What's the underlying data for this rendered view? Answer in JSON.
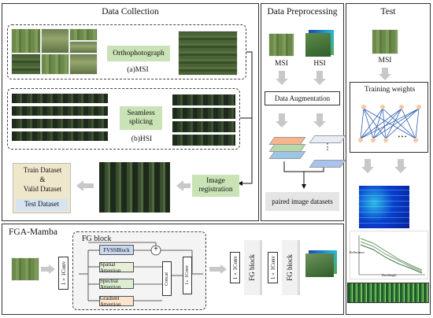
{
  "data_collection": {
    "title": "Data Collection",
    "msi_method": "Orthophotograph",
    "msi_caption": "(a)MSI",
    "hsi_method": "Seamless splicing",
    "hsi_caption": "(b)HSI",
    "registration": "Image registration",
    "datasets": {
      "train": "Train Dataset",
      "amp": "&",
      "valid": "Valid Dataset",
      "test": "Test Dataset"
    }
  },
  "preprocessing": {
    "title": "Data Preprocessing",
    "msi_label": "MSI",
    "hsi_label": "HSI",
    "augmentation": "Data Augmentation",
    "ellipsis": "⋮",
    "paired": "paired image datasets"
  },
  "test": {
    "title": "Test",
    "msi_label": "MSI",
    "weights": "Training weights",
    "ellipsis": "• • •"
  },
  "fga_mamba": {
    "title": "FGA-Mamba",
    "fg_block_title": "FG block",
    "conv": "1×1Conv",
    "concat": "Concat",
    "plus": "+",
    "modules": [
      {
        "label": "FVSSBlock",
        "color": "#c9d8ef"
      },
      {
        "label": "Spatial Attention",
        "color": "#e6f0d8"
      },
      {
        "label": "Spectral Attention",
        "color": "#dcedd0"
      },
      {
        "label": "Gradient Attention",
        "color": "#fbe3cc"
      }
    ],
    "fg_block": "FG block"
  },
  "chart_labels": {
    "y": "Reflectance",
    "x": "Wavelength"
  }
}
